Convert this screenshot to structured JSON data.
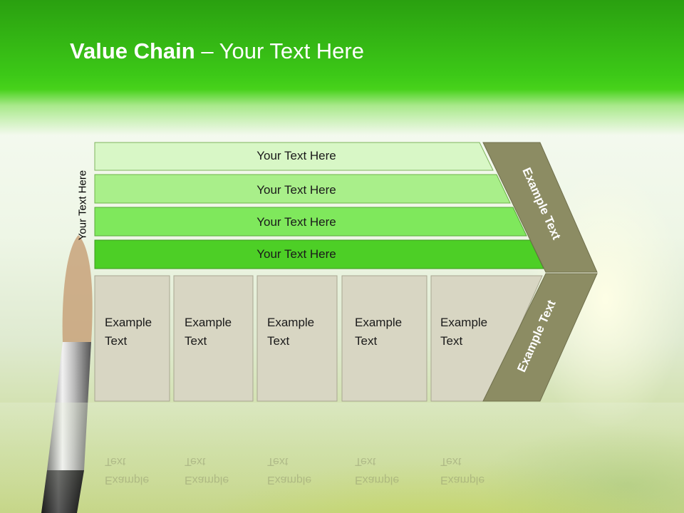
{
  "title": {
    "bold": "Value Chain",
    "rest": " – Your Text Here"
  },
  "side_label": "Your Text Here",
  "bars": [
    {
      "label": "Your Text Here",
      "color": "#d8f7c6"
    },
    {
      "label": "Your Text Here",
      "color": "#a9ef8a"
    },
    {
      "label": "Your Text Here",
      "color": "#7fe85c"
    },
    {
      "label": "Your Text Here",
      "color": "#4dcf26"
    }
  ],
  "boxes": [
    {
      "line1": "Example",
      "line2": "Text"
    },
    {
      "line1": "Example",
      "line2": "Text"
    },
    {
      "line1": "Example",
      "line2": "Text"
    },
    {
      "line1": "Example",
      "line2": "Text"
    },
    {
      "line1": "Example",
      "line2": "Text"
    }
  ],
  "chevron": {
    "upper": "Example Text",
    "lower": "Example Text",
    "color": "#8c8c63"
  },
  "colors": {
    "box_fill": "#d8d6c3",
    "box_stroke": "#a9a790",
    "header_green": "#3cc817"
  }
}
